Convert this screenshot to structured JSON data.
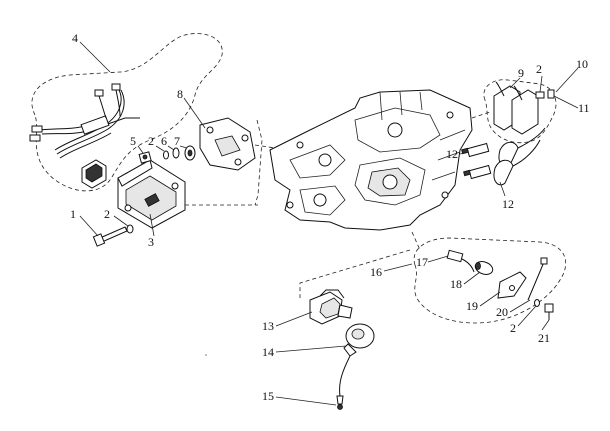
{
  "callouts": [
    {
      "id": "c1",
      "text": "1"
    },
    {
      "id": "c2a",
      "text": "2"
    },
    {
      "id": "c2b",
      "text": "2"
    },
    {
      "id": "c2c",
      "text": "2"
    },
    {
      "id": "c2d",
      "text": "2"
    },
    {
      "id": "c3",
      "text": "3"
    },
    {
      "id": "c4",
      "text": "4"
    },
    {
      "id": "c5",
      "text": "5"
    },
    {
      "id": "c6",
      "text": "6"
    },
    {
      "id": "c7",
      "text": "7"
    },
    {
      "id": "c8",
      "text": "8"
    },
    {
      "id": "c9",
      "text": "9"
    },
    {
      "id": "c10",
      "text": "10"
    },
    {
      "id": "c11",
      "text": "11"
    },
    {
      "id": "c12a",
      "text": "12"
    },
    {
      "id": "c12b",
      "text": "12"
    },
    {
      "id": "c13",
      "text": "13"
    },
    {
      "id": "c14",
      "text": "14"
    },
    {
      "id": "c15",
      "text": "15"
    },
    {
      "id": "c16",
      "text": "16"
    },
    {
      "id": "c17",
      "text": "17"
    },
    {
      "id": "c18",
      "text": "18"
    },
    {
      "id": "c19",
      "text": "19"
    },
    {
      "id": "c20",
      "text": "20"
    },
    {
      "id": "c21",
      "text": "21"
    }
  ]
}
